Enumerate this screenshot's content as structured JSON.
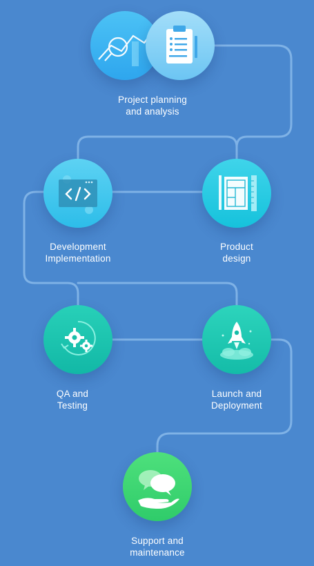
{
  "steps": [
    {
      "id": "planning",
      "line1": "Project planning",
      "line2": "and analysis",
      "icon": "clipboard-analytics-icon"
    },
    {
      "id": "design",
      "line1": "Product",
      "line2": "design",
      "icon": "blueprint-icon"
    },
    {
      "id": "development",
      "line1": "Development",
      "line2": "Implementation",
      "icon": "code-window-icon"
    },
    {
      "id": "qa",
      "line1": "QA and",
      "line2": "Testing",
      "icon": "gears-icon"
    },
    {
      "id": "launch",
      "line1": "Launch and",
      "line2": "Deployment",
      "icon": "rocket-icon"
    },
    {
      "id": "support",
      "line1": "Support and",
      "line2": "maintenance",
      "icon": "chat-hand-icon"
    }
  ],
  "colors": {
    "background": "#4a88cf",
    "connector": "#7fb2e6",
    "planning_a": "#35b6f2",
    "planning_b": "#7fd2f7",
    "teal": "#1ec4d9",
    "green_teal": "#1ecfb2",
    "green": "#3ad97e"
  }
}
